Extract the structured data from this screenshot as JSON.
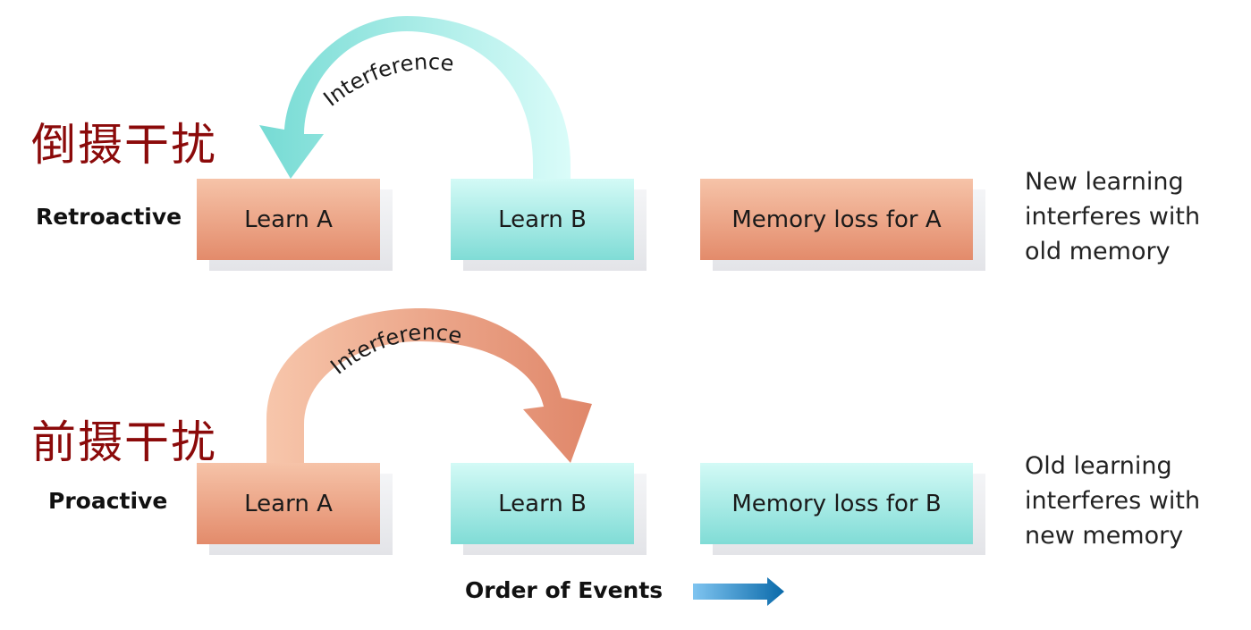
{
  "retroactive": {
    "chinese_title": "倒摄干扰",
    "label": "Retroactive",
    "arrow_label": "Interference",
    "boxes": [
      "Learn A",
      "Learn B",
      "Memory loss for A"
    ],
    "description": [
      "New learning",
      "interferes with",
      "old memory"
    ]
  },
  "proactive": {
    "chinese_title": "前摄干扰",
    "label": "Proactive",
    "arrow_label": "Interference",
    "boxes": [
      "Learn A",
      "Learn B",
      "Memory loss for B"
    ],
    "description": [
      "Old learning",
      "interferes with",
      "new memory"
    ]
  },
  "footer": {
    "order_label": "Order of Events"
  },
  "colors": {
    "chinese_title": "#8b0a0a",
    "salmon_top": "#f6c3a8",
    "salmon_bottom": "#e38b6b",
    "teal_top": "#d3faf6",
    "teal_bottom": "#80dcd6",
    "order_arrow_start": "#7fc4f0",
    "order_arrow_end": "#0a6aaa"
  }
}
